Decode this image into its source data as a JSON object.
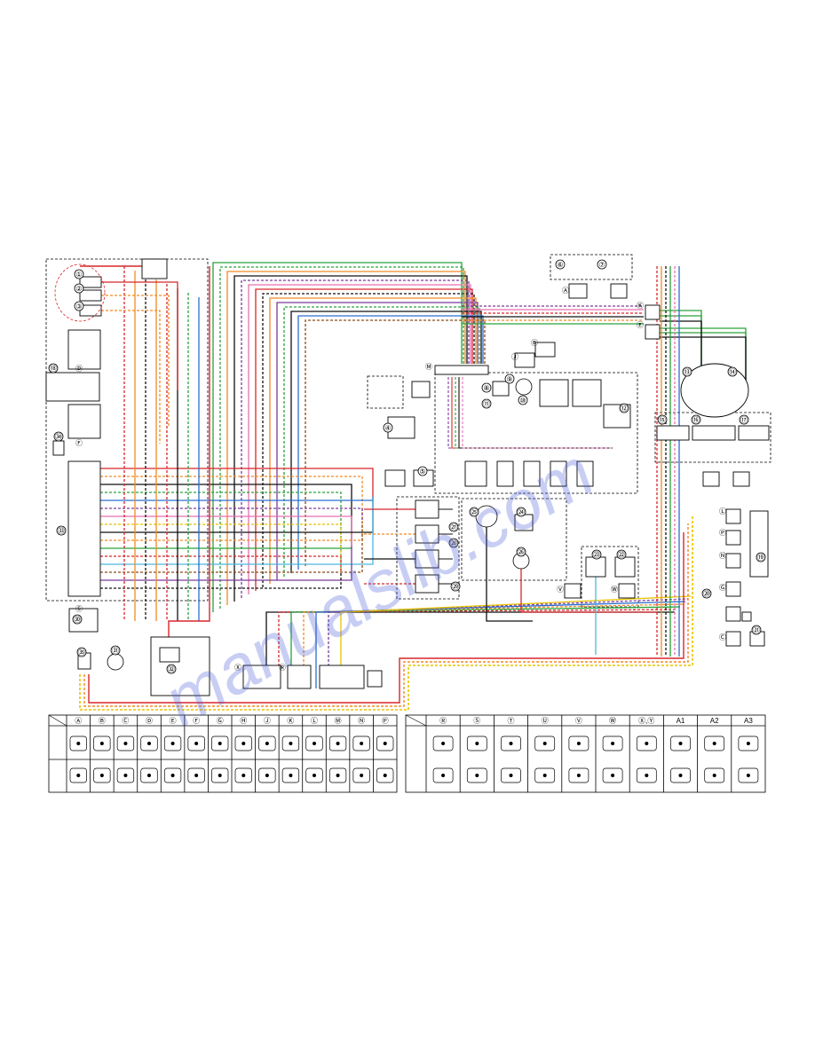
{
  "watermark": "manualslib.com",
  "colors": {
    "red": "#d8262a",
    "green": "#2aa23a",
    "orange": "#f08a24",
    "black": "#111111",
    "purple": "#7a3a9a",
    "pink": "#e86fb0",
    "blue": "#2a6fd0",
    "yellow": "#e8c400",
    "brown": "#8a4a1a",
    "lightblue": "#4ab8e0",
    "gray": "#888888"
  },
  "components": [
    {
      "label": "①"
    },
    {
      "label": "②"
    },
    {
      "label": "③"
    },
    {
      "label": "④"
    },
    {
      "label": "⑤"
    },
    {
      "label": "⑥"
    },
    {
      "label": "⑦"
    },
    {
      "label": "⑧"
    },
    {
      "label": "⑨"
    },
    {
      "label": "⑩"
    },
    {
      "label": "⑪"
    },
    {
      "label": "⑫"
    },
    {
      "label": "⑬"
    },
    {
      "label": "⑭"
    },
    {
      "label": "⑮"
    },
    {
      "label": "⑯"
    },
    {
      "label": "⑰"
    },
    {
      "label": "⑱"
    },
    {
      "label": "⑲"
    },
    {
      "label": "⑳"
    },
    {
      "label": "㉑"
    },
    {
      "label": "㉒"
    },
    {
      "label": "㉓"
    },
    {
      "label": "㉔"
    },
    {
      "label": "㉕"
    },
    {
      "label": "㉖"
    },
    {
      "label": "㉗"
    },
    {
      "label": "㉘"
    },
    {
      "label": "㉙"
    },
    {
      "label": "㉚"
    },
    {
      "label": "㉛"
    },
    {
      "label": "㉜"
    },
    {
      "label": "㉝"
    },
    {
      "label": "㉞"
    },
    {
      "label": "㉟"
    }
  ],
  "connector_tags": [
    "Ⓐ",
    "Ⓑ",
    "Ⓒ",
    "Ⓓ",
    "Ⓔ",
    "Ⓕ",
    "Ⓖ",
    "Ⓗ",
    "Ⓙ",
    "Ⓚ",
    "Ⓛ",
    "Ⓜ",
    "Ⓝ",
    "Ⓟ",
    "Ⓡ",
    "Ⓢ",
    "Ⓣ",
    "Ⓤ",
    "Ⓥ",
    "Ⓦ",
    "Ⓧ",
    "Ⓨ"
  ],
  "legend_left": {
    "headers": [
      "Ⓐ",
      "Ⓑ",
      "Ⓒ",
      "Ⓓ",
      "Ⓔ",
      "Ⓕ",
      "Ⓖ",
      "Ⓗ",
      "Ⓙ",
      "Ⓚ",
      "Ⓛ",
      "Ⓜ",
      "Ⓝ",
      "Ⓟ"
    ]
  },
  "legend_right": {
    "headers": [
      "Ⓡ",
      "Ⓢ",
      "Ⓣ",
      "Ⓤ",
      "Ⓥ",
      "Ⓦ",
      "Ⓧ,Ⓨ",
      "A1",
      "A2",
      "A3"
    ]
  }
}
